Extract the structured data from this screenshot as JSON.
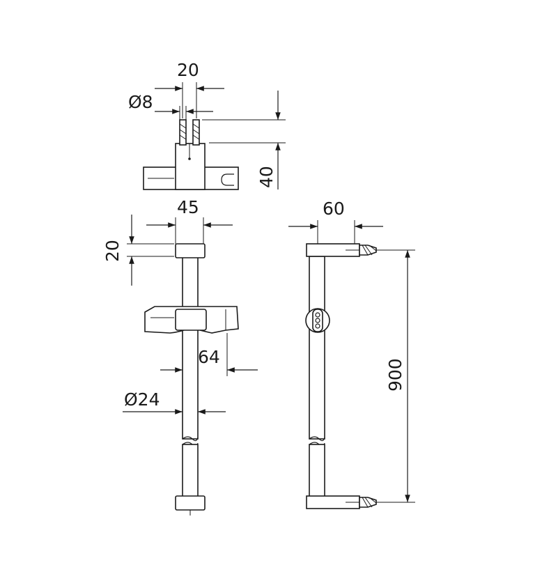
{
  "dimensions": {
    "top_width": "20",
    "pin_diameter": "Ø8",
    "top_height": "40",
    "bar_width": "45",
    "cap_height": "20",
    "side_depth": "60",
    "slider_offset": "64",
    "rod_diameter": "Ø24",
    "bar_length": "900"
  },
  "colors": {
    "line": "#1a1a1a",
    "background": "#ffffff"
  }
}
